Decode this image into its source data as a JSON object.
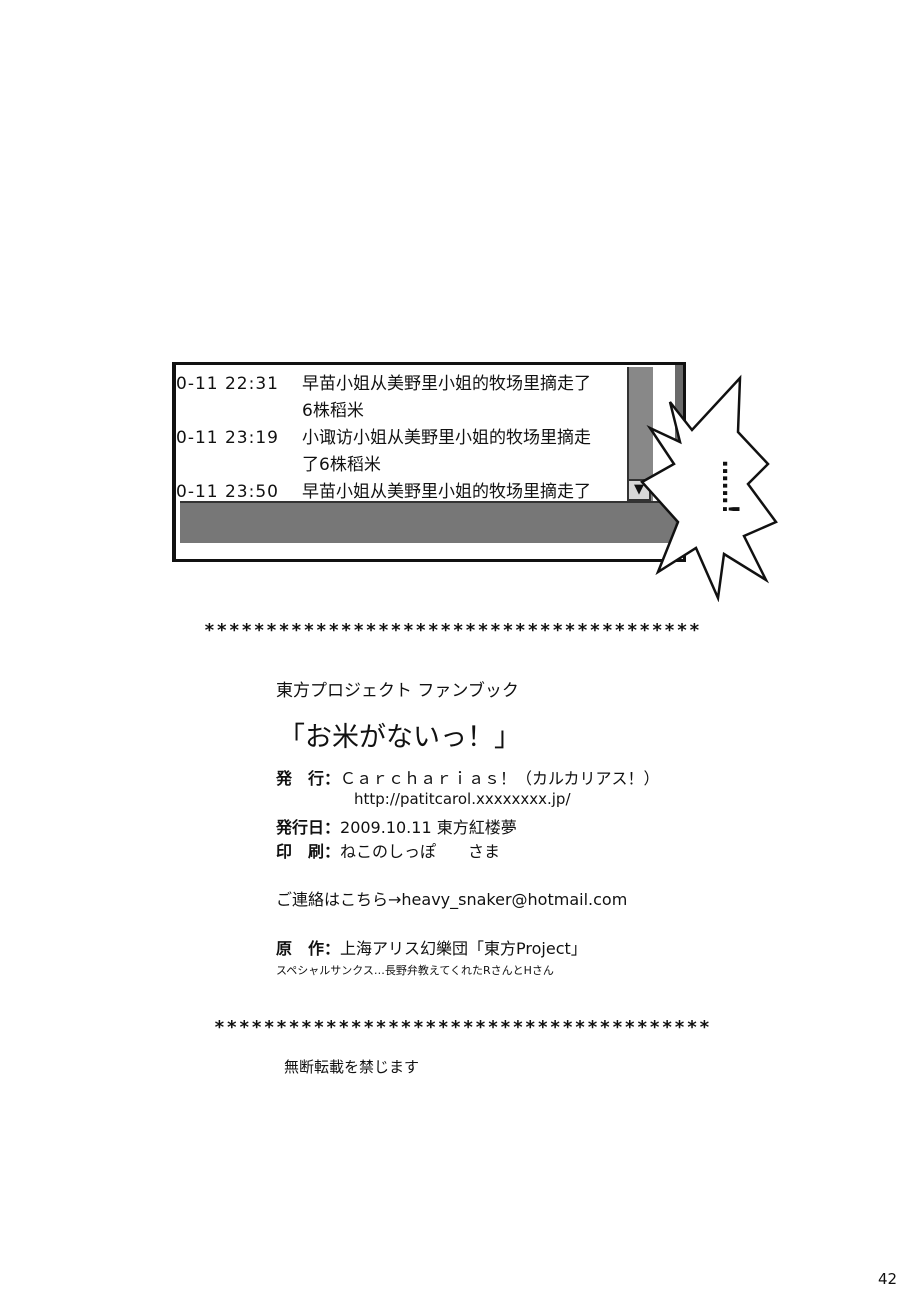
{
  "log": {
    "entries": [
      {
        "time": "0-11 22:31",
        "text": "早苗小姐从美野里小姐的牧场里摘走了",
        "cont": "6株稻米"
      },
      {
        "time": "0-11 23:19",
        "text": "小诹访小姐从美野里小姐的牧场里摘走",
        "cont": "了6株稻米"
      },
      {
        "time": "0-11 23:50",
        "text": "早苗小姐从美野里小姐的牧场里摘走了",
        "cont": ""
      }
    ],
    "scroll_arrow": "▼"
  },
  "burst_text": "……!",
  "separator": "****************************************",
  "colophon": {
    "series": "東方プロジェクト ファンブック",
    "title": "「お米がないっ！」",
    "publisher_label": "発　行：",
    "publisher": "Ｃａｒｃｈａｒｉａｓ！（カルカリアス！）",
    "url": "http://patitcarol.xxxxxxxx.jp/",
    "date_label": "発行日：",
    "date": "2009.10.11 東方紅楼夢",
    "printer_label": "印　刷：",
    "printer": "ねこのしっぽ　　さま",
    "contact": "ご連絡はこちら→heavy_snaker@hotmail.com",
    "original_label": "原　作：",
    "original": "上海アリス幻樂団「東方Project」",
    "thanks": "スペシャルサンクス…長野弁教えてくれたRさんとHさん",
    "notice": "無断転載を禁じます"
  },
  "page_number": "42"
}
